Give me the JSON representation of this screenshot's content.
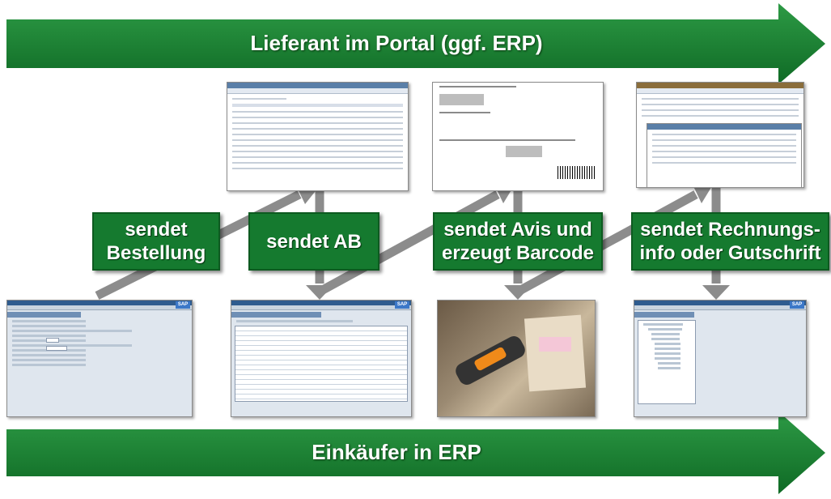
{
  "top_banner": {
    "label": "Lieferant im Portal (ggf. ERP)",
    "color": "#1a7a30"
  },
  "bottom_banner": {
    "label": "Einkäufer in ERP",
    "color": "#1a7a30"
  },
  "steps": [
    {
      "label": "sendet\nBestellung"
    },
    {
      "label": "sendet AB"
    },
    {
      "label": "sendet Avis  und\nerzeugt Barcode"
    },
    {
      "label": "sendet Rechnungs-\ninfo oder Gutschrift"
    }
  ],
  "screens": {
    "portal_orders": {
      "title": "Aufträge",
      "icon": "order-list-screenshot"
    },
    "delivery_note": {
      "title": "Lieferschein Nr.: 000001",
      "icon": "delivery-note-screenshot"
    },
    "invoice_portal": {
      "title": "Rechnung",
      "icon": "invoice-screenshot"
    },
    "sap_create_request": {
      "title": "Anfrage anlegen : Einstieg",
      "icon": "sap-screen"
    },
    "sap_positions": {
      "title": "Anfrage anlegen : Positionsübersicht",
      "icon": "sap-screen"
    },
    "barcode_scan_photo": {
      "icon": "barcode-scanner-photo"
    },
    "sap_easy_access": {
      "title": "SAP Easy Access",
      "icon": "sap-screen"
    }
  },
  "flow_color": "#8c8c8c"
}
